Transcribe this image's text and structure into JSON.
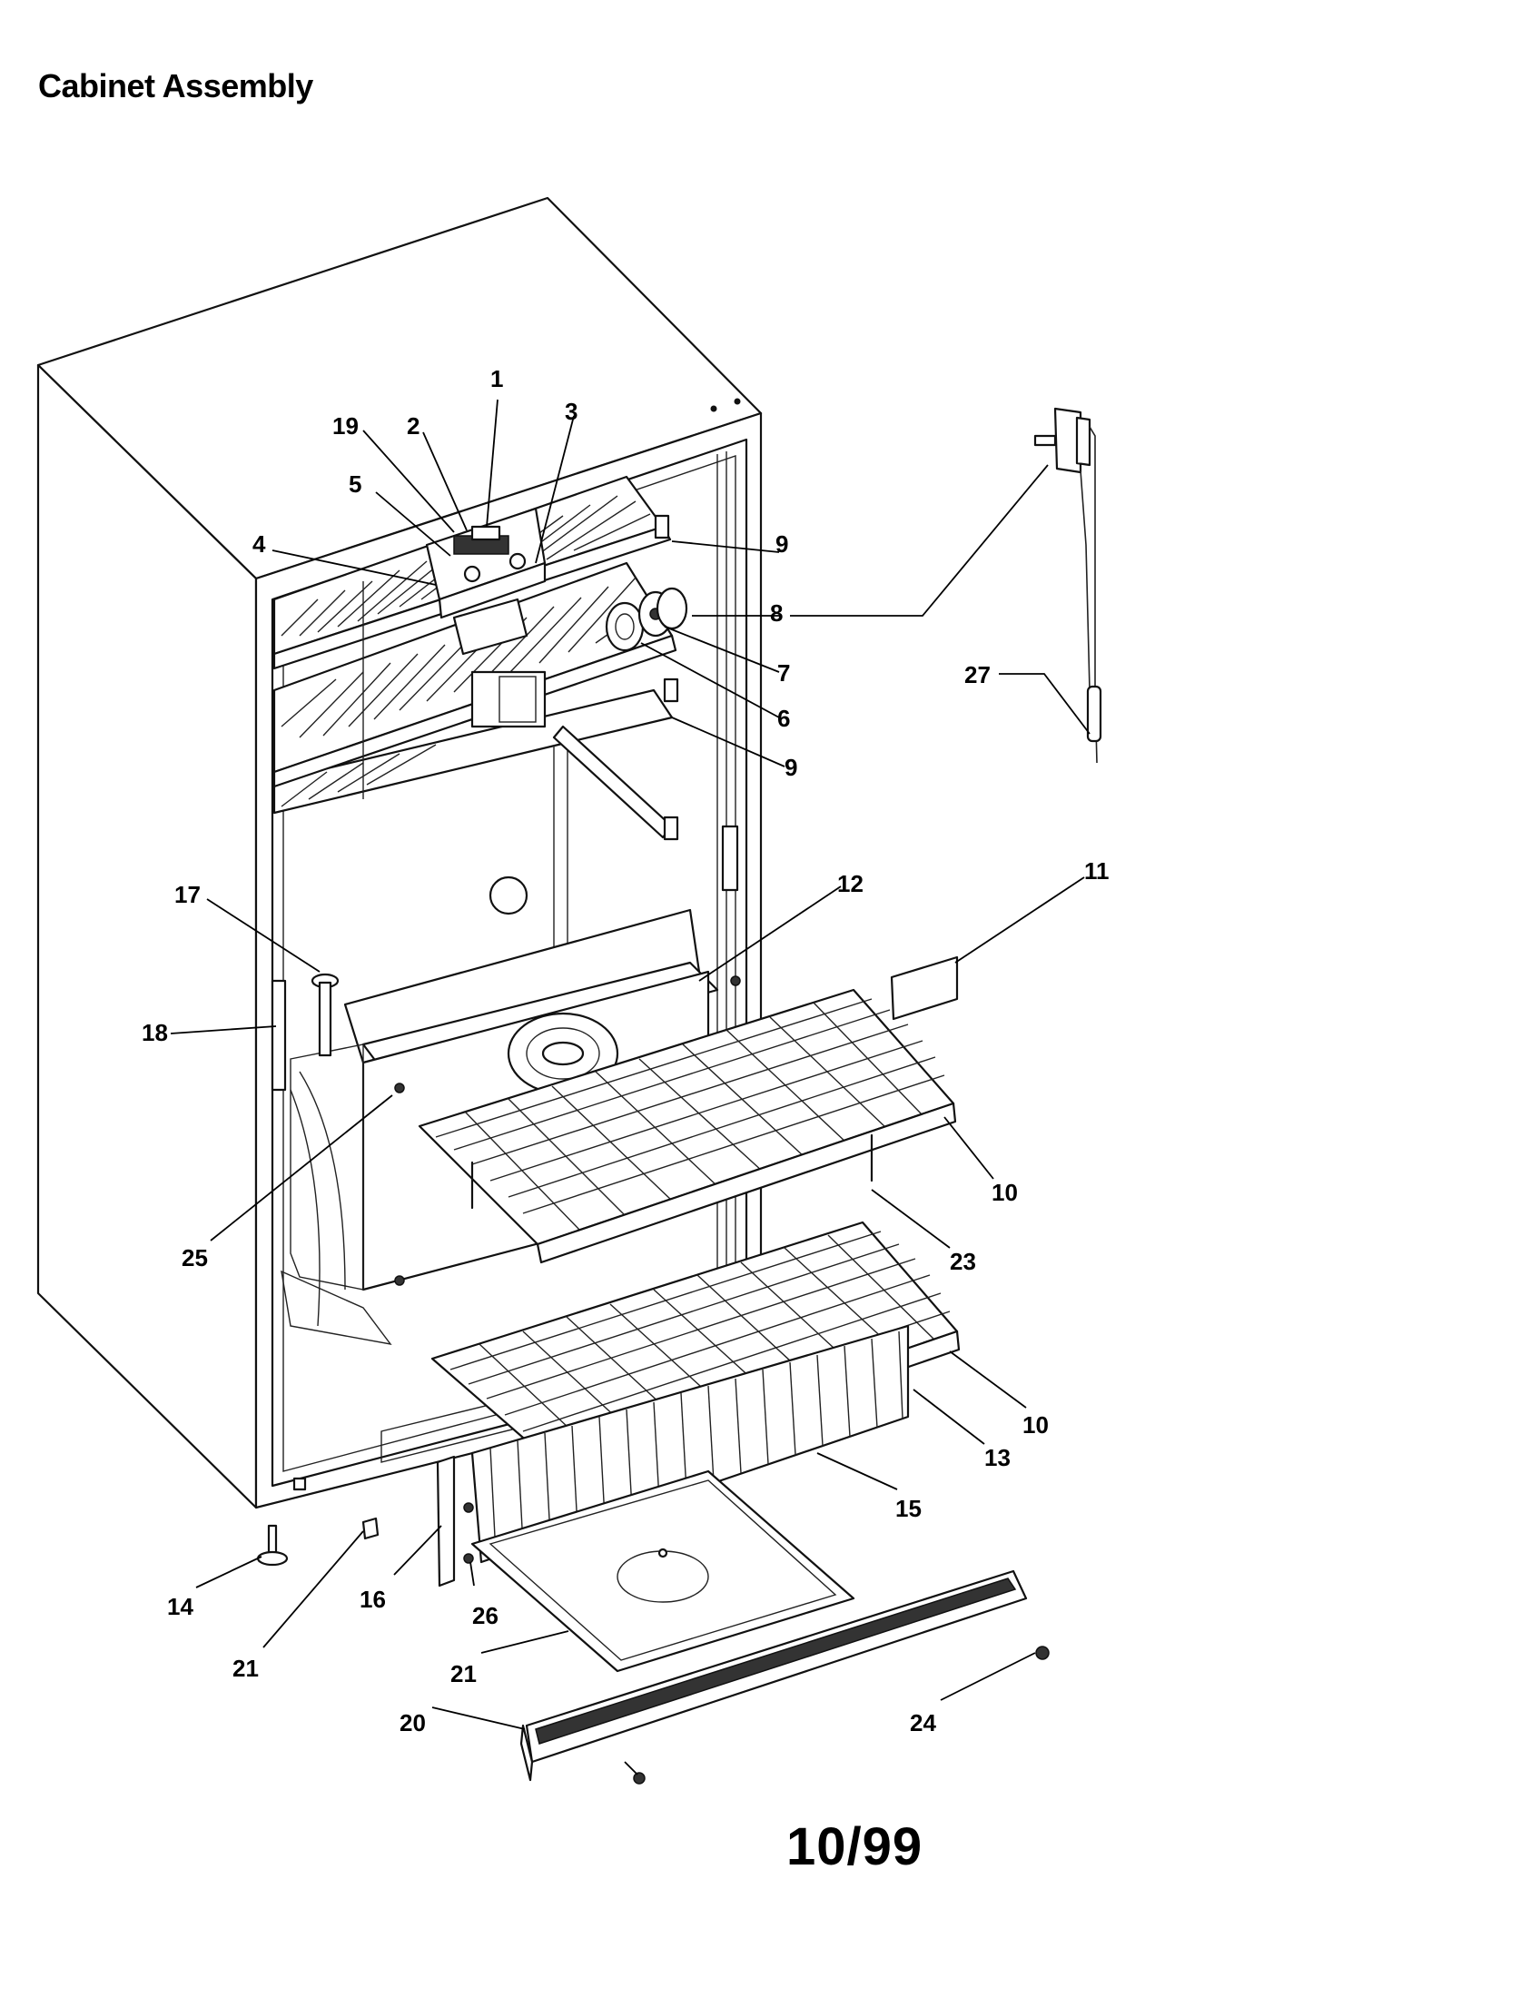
{
  "page": {
    "title": "Cabinet Assembly",
    "footer_date": "10/99"
  },
  "diagram": {
    "callouts": [
      {
        "id": "c1",
        "label": "1"
      },
      {
        "id": "c19",
        "label": "19"
      },
      {
        "id": "c2",
        "label": "2"
      },
      {
        "id": "c3",
        "label": "3"
      },
      {
        "id": "c5",
        "label": "5"
      },
      {
        "id": "c4",
        "label": "4"
      },
      {
        "id": "c9a",
        "label": "9"
      },
      {
        "id": "c8",
        "label": "8"
      },
      {
        "id": "c7",
        "label": "7"
      },
      {
        "id": "c6",
        "label": "6"
      },
      {
        "id": "c9b",
        "label": "9"
      },
      {
        "id": "c27",
        "label": "27"
      },
      {
        "id": "c11",
        "label": "11"
      },
      {
        "id": "c12",
        "label": "12"
      },
      {
        "id": "c17",
        "label": "17"
      },
      {
        "id": "c18",
        "label": "18"
      },
      {
        "id": "c25",
        "label": "25"
      },
      {
        "id": "c10a",
        "label": "10"
      },
      {
        "id": "c23",
        "label": "23"
      },
      {
        "id": "c10b",
        "label": "10"
      },
      {
        "id": "c13",
        "label": "13"
      },
      {
        "id": "c15",
        "label": "15"
      },
      {
        "id": "c14",
        "label": "14"
      },
      {
        "id": "c21a",
        "label": "21"
      },
      {
        "id": "c16",
        "label": "16"
      },
      {
        "id": "c26",
        "label": "26"
      },
      {
        "id": "c21b",
        "label": "21"
      },
      {
        "id": "c20",
        "label": "20"
      },
      {
        "id": "c24",
        "label": "24"
      }
    ]
  }
}
